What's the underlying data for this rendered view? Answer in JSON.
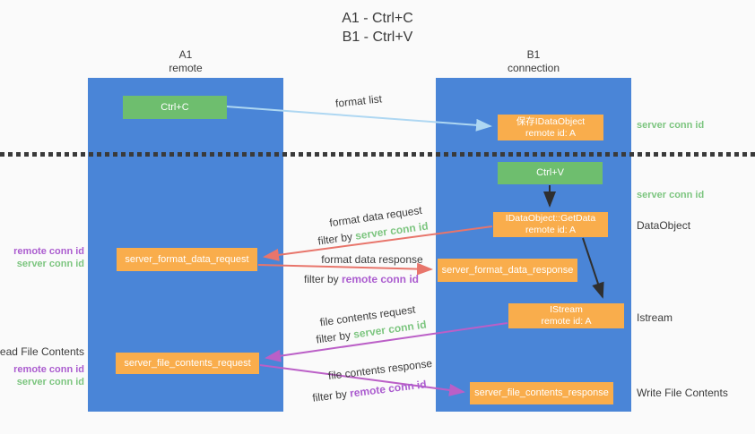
{
  "title": {
    "line1": "A1 - Ctrl+C",
    "line2": "B1 - Ctrl+V"
  },
  "lanes": {
    "left": {
      "name": "A1",
      "role": "remote"
    },
    "right": {
      "name": "B1",
      "role": "connection"
    }
  },
  "nodes": {
    "ctrl_c": {
      "label": "Ctrl+C"
    },
    "save_dataobject": {
      "line1": "保存IDataObject",
      "line2": "remote id: A"
    },
    "ctrl_v": {
      "label": "Ctrl+V"
    },
    "getdata": {
      "line1": "IDataObject::GetData",
      "line2": "remote id: A"
    },
    "format_request": {
      "label": "server_format_data_request"
    },
    "format_response": {
      "label": "server_format_data_response"
    },
    "istream": {
      "line1": "IStream",
      "line2": "remote id: A"
    },
    "file_request": {
      "label": "server_file_contents_request"
    },
    "file_response": {
      "label": "server_file_contents_response"
    }
  },
  "edge_labels": {
    "format_list": "format list",
    "format_data_request": "format data request",
    "format_data_response": "format data response",
    "file_contents_request": "file contents request",
    "file_contents_response": "file contents response",
    "filter_by": "filter by ",
    "server_conn_id": "server conn id",
    "remote_conn_id": "remote conn id"
  },
  "side_labels": {
    "right_server_conn_id_1": "server conn id",
    "right_server_conn_id_2": "server conn id",
    "dataobject": "DataObject",
    "istream": "Istream",
    "write_file_contents": "Write File Contents",
    "left_remote_conn_id_1": "remote conn id",
    "left_server_conn_id_1": "server conn id",
    "read_file_contents": "Read File Contents",
    "left_remote_conn_id_2": "remote conn id",
    "left_server_conn_id_2": "server conn id"
  },
  "colors": {
    "lane_blue": "#4a85d7",
    "box_orange": "#f9ad4c",
    "box_green": "#6ebe6e",
    "arrow_lightblue": "#aed7f2",
    "arrow_black": "#2f2f2f",
    "arrow_red": "#e8756b",
    "arrow_purple": "#bb5fc7",
    "text_green": "#7cc57f",
    "text_purple": "#ab5ccf",
    "text_dark": "#3b3b3b",
    "background": "#fafafa"
  }
}
